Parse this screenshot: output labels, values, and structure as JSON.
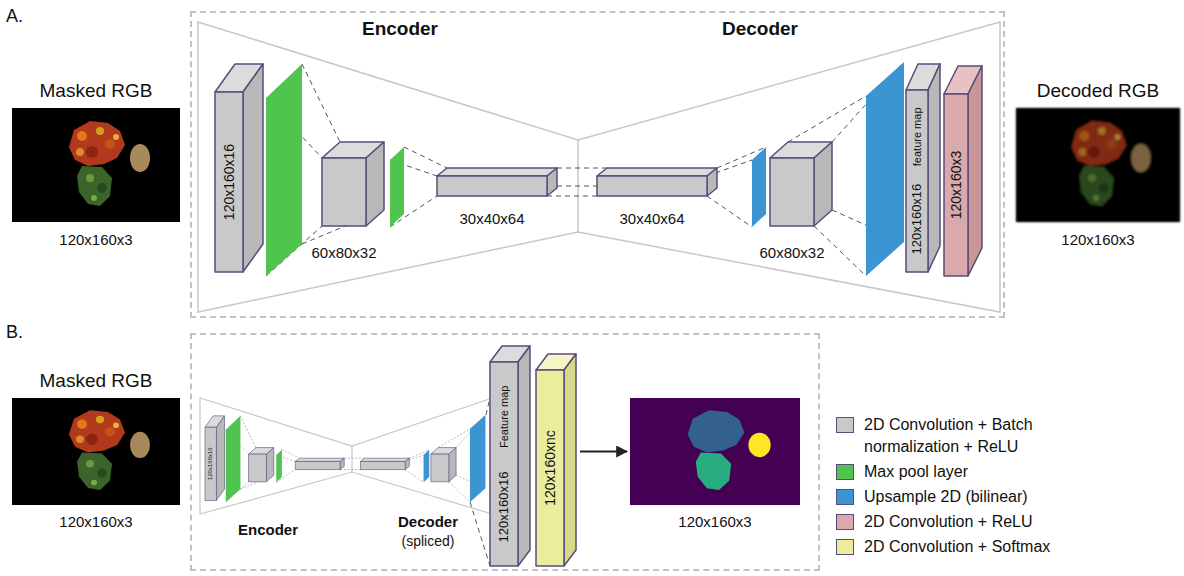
{
  "diagram": {
    "nodes": [
      {
        "text": [
          "Masked RGB",
          "120x160x3"
        ]
      },
      {
        "text": [
          "Encoder",
          "Decoder"
        ]
      },
      {
        "text": [
          "120x160x16"
        ],
        "in": 1
      },
      {
        "text": [
          "60x80x32"
        ],
        "in": 1
      },
      {
        "text": [
          "30x40x64"
        ],
        "in": 1
      },
      {
        "text": [
          "30x40x64"
        ],
        "in": 1
      },
      {
        "text": [
          "60x80x32"
        ],
        "in": 1
      },
      {
        "text": [
          "feature map",
          "120x160x16"
        ],
        "in": 1
      },
      {
        "text": [
          "120x160x3"
        ],
        "in": 1
      },
      {
        "text": [
          "Decoded RGB",
          "120x160x3"
        ]
      },
      {
        "text": [
          "Masked RGB",
          "120x160x3"
        ]
      },
      {
        "text": [
          "Encoder",
          "Decoder",
          "(spliced)"
        ]
      },
      {
        "text": [
          "120x160x16"
        ],
        "in": 11
      },
      {
        "text": [
          "Feature map",
          "120x160x16"
        ],
        "in": 11
      },
      {
        "text": [
          "120x160xnc"
        ],
        "in": 11
      },
      {
        "text": [
          "120x160x3"
        ],
        "in": 11
      }
    ],
    "edges": [
      {
        "from": 4,
        "to": 5,
        "arrow": "none"
      },
      {
        "from": 14,
        "to": 15,
        "arrow": "to"
      }
    ],
    "labels": [
      "A.",
      "B."
    ],
    "legend": [
      {
        "text": "2D Convolution + Batch normalization + ReLU",
        "color": "#c9c9c9"
      },
      {
        "text": "Max pool layer",
        "color": "#4fc54f"
      },
      {
        "text": "Upsample 2D (bilinear)",
        "color": "#3b95d1"
      },
      {
        "text": "2D Convolution + ReLU",
        "color": "#d9a9ab"
      },
      {
        "text": "2D Convolution + Softmax",
        "color": "#ecec9f"
      }
    ]
  }
}
